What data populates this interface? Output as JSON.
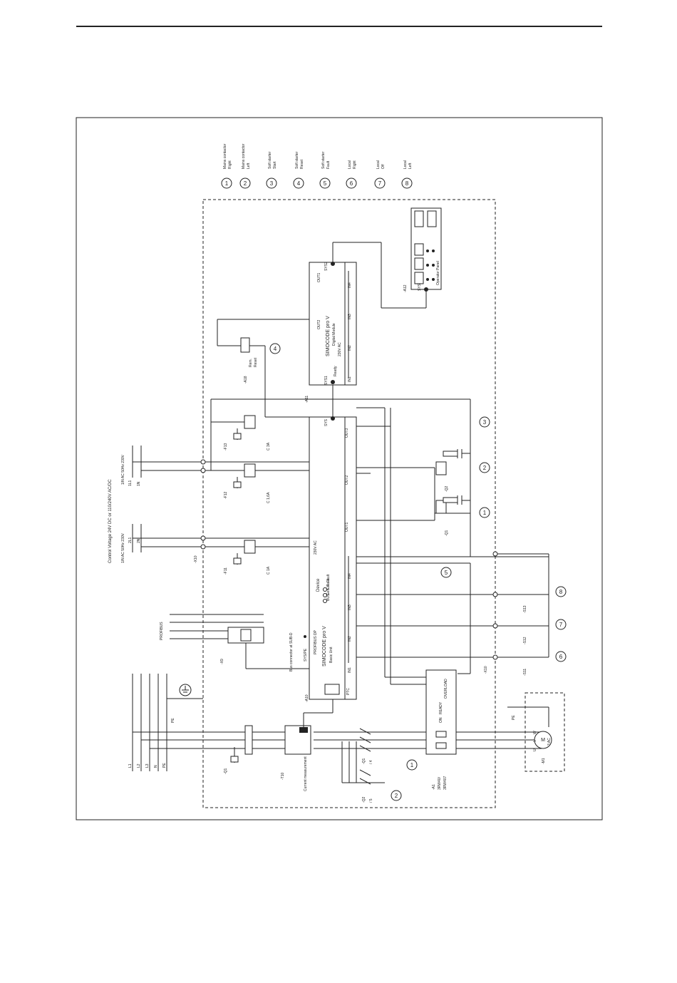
{
  "legend": [
    {
      "num": "1",
      "line1": "Mains contactor",
      "line2": "Right"
    },
    {
      "num": "2",
      "line1": "Mains contactor",
      "line2": "Left"
    },
    {
      "num": "3",
      "line1": "Soft starter",
      "line2": "Start"
    },
    {
      "num": "4",
      "line1": "Soft starter",
      "line2": "Reset"
    },
    {
      "num": "5",
      "line1": "Soft starter",
      "line2": "Fault"
    },
    {
      "num": "6",
      "line1": "Local",
      "line2": "Right"
    },
    {
      "num": "7",
      "line1": "Local",
      "line2": "Off"
    },
    {
      "num": "8",
      "line1": "Local",
      "line2": "Left"
    }
  ],
  "supply": {
    "control_voltage": "Control Voltage 24V DC or 110/240V AC/DC",
    "left_label": "1/N AC 50Hz 230V",
    "right_label": "1/N AC 50Hz 230V",
    "left_l": "2L1",
    "left_n": "2N",
    "right_l": "1L1",
    "right_n": "1N",
    "terminal": "-X10"
  },
  "mains": [
    "L1",
    "L2",
    "L3",
    "N",
    "PE"
  ],
  "fuses": [
    {
      "name": "-F11",
      "rating": "C 1A"
    },
    {
      "name": "-F12",
      "rating": "C 1,6A"
    },
    {
      "name": "-F13",
      "rating": "C 3A"
    }
  ],
  "digital_module": {
    "title": "SIMOCODE pro V",
    "subtitle": "Digital Module",
    "voltage": "230V AC",
    "sys_top": "SYS2",
    "sys_bottom": "SYS1",
    "outputs": [
      "OUT1",
      "OUT2"
    ],
    "inputs": [
      "IN1",
      "IN2",
      "IN3",
      "IN4"
    ],
    "ready": "Ready"
  },
  "reset_button": {
    "name": "-A18",
    "label1": "Rem.",
    "label2": "Reset"
  },
  "operator_panel": {
    "name": "-A12",
    "label": "Operator Panel",
    "sys": "SYS"
  },
  "basic_unit": {
    "name": "-A10",
    "module": "-A11",
    "title": "SIMOCODE pro V",
    "subtitle": "Basic Unit",
    "voltage": "230V AC",
    "device": "Device",
    "leds": [
      "BUS",
      "Gen. Fault",
      "Ext. Fault"
    ],
    "profibus": "PROFIBUS DP",
    "sys": "SYS",
    "sys_pe": "SYS/PE",
    "outputs": [
      "OUT1",
      "OUT2",
      "OUT3"
    ],
    "inputs": [
      "IN1",
      "IN2",
      "IN3",
      "IN4"
    ],
    "sensor": "PTC"
  },
  "profibus": {
    "label": "PROFIBUS",
    "connector": "Bus connector at SUB-D",
    "name": "-X9"
  },
  "contactors": [
    {
      "name": "-Q1",
      "sheet": "/ 4",
      "circle": "1"
    },
    {
      "name": "-Q2",
      "sheet": "/ 5",
      "circle": "2"
    }
  ],
  "current_measurement": {
    "name": "-T10",
    "label": "Current measurement"
  },
  "breaker": "-Q1",
  "soft_starter": {
    "name": "-A1",
    "type1": "3RW40/",
    "type2": "3RW407",
    "on_label": "ON",
    "ready_label": "READY",
    "ovl_label": "OVERLOAD"
  },
  "motor": {
    "name": "-M1",
    "label": "M",
    "sub": "3 AC",
    "phases": [
      "U",
      "V",
      "W"
    ]
  },
  "switches": [
    "-S11",
    "-S12",
    "-S13"
  ],
  "pe": "PE"
}
